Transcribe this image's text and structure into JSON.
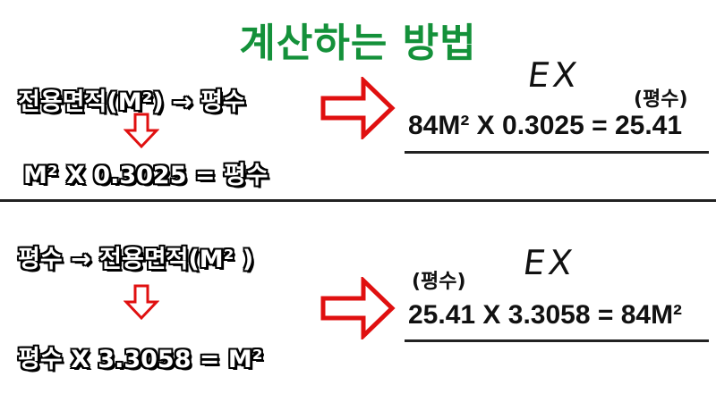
{
  "title": "계산하는 방법",
  "colors": {
    "title": "#14913a",
    "arrow": "#e01010",
    "text": "#111111"
  },
  "section1": {
    "rule_line": "전용면적(M²) → 평수",
    "formula_line": "M² X 0.3025 = 평수",
    "example_label": "EX",
    "unit_label": "(평수)",
    "example_formula": "84M² X 0.3025 = 25.41"
  },
  "section2": {
    "rule_line": "평수 → 전용면적(M² )",
    "formula_line": "평수 X 3.3058 = M²",
    "example_label": "EX",
    "unit_label": "(평수)",
    "example_formula": "25.41 X 3.3058 = 84M²"
  },
  "icons": [
    "down-arrow-icon",
    "right-arrow-icon"
  ]
}
